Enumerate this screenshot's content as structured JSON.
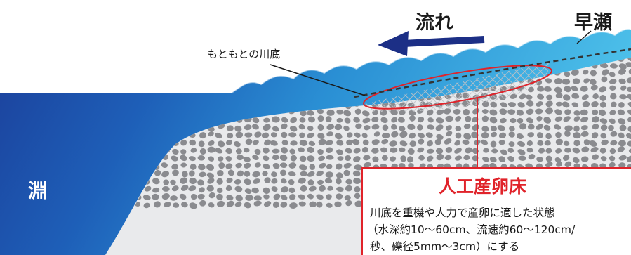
{
  "labels": {
    "flow": "流れ",
    "rapids": "早瀬",
    "original_riverbed": "もともとの川底",
    "pool": "淵"
  },
  "callout": {
    "title": "人工産卵床",
    "line1": "川底を重機や人力で産卵に適した状態",
    "line2": "（水深約10～60cm、流速約60～120cm/",
    "line3": "秒、礫径5mm～3cm）にする"
  },
  "colors": {
    "water_light": "#3fb3e3",
    "water_deep": "#1b3f9a",
    "gravel": "#8a8b8f",
    "gravel_bed": "#e9eaec",
    "arrow": "#1c2f86",
    "accent": "#e0232a"
  }
}
